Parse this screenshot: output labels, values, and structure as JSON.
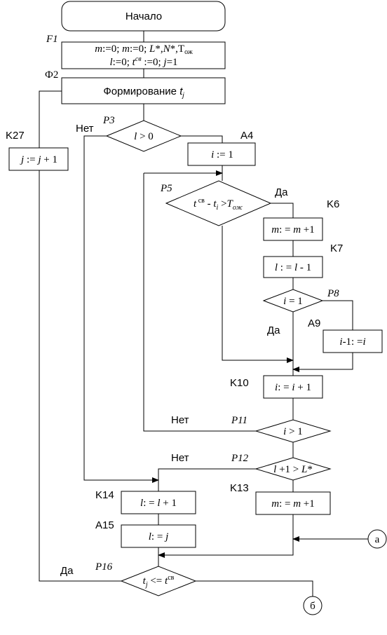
{
  "start": "Начало",
  "f1": {
    "tag": "F1",
    "line1": "m:=0; m:=0; L*,N*,Tож",
    "line2": "l:=0; tсв :=0; j=1"
  },
  "f2": {
    "tag": "Ф2",
    "text": "Формирование tj"
  },
  "p3": {
    "tag": "P3",
    "cond": "l > 0",
    "no": "Нет"
  },
  "a4": {
    "tag": "A4",
    "text": "i := 1"
  },
  "p5": {
    "tag": "P5",
    "cond": "tсв - ti >Tож",
    "yes": "Да"
  },
  "k6": {
    "tag": "K6",
    "text": "m: = m +1"
  },
  "k7": {
    "tag": "K7",
    "text": "l : = l - 1"
  },
  "p8": {
    "tag": "P8",
    "cond": "i = 1",
    "yes": "Да"
  },
  "a9": {
    "tag": "A9",
    "text": "i-1: =i"
  },
  "k10": {
    "tag": "K10",
    "text": "i: = i + 1"
  },
  "p11": {
    "tag": "P11",
    "cond": "i > 1",
    "no": "Нет"
  },
  "p12": {
    "tag": "P12",
    "cond": "l +1 > L*",
    "no": "Нет"
  },
  "k13": {
    "tag": "K13",
    "text": "m: = m +1"
  },
  "k14": {
    "tag": "K14",
    "text": "l: = l + 1"
  },
  "a15": {
    "tag": "A15",
    "text": "l: = j"
  },
  "p16": {
    "tag": "P16",
    "cond": "tj <= tсв",
    "yes": "Да"
  },
  "k27": {
    "tag": "K27",
    "text": "j := j + 1"
  },
  "conn_a": "а",
  "conn_b": "б"
}
